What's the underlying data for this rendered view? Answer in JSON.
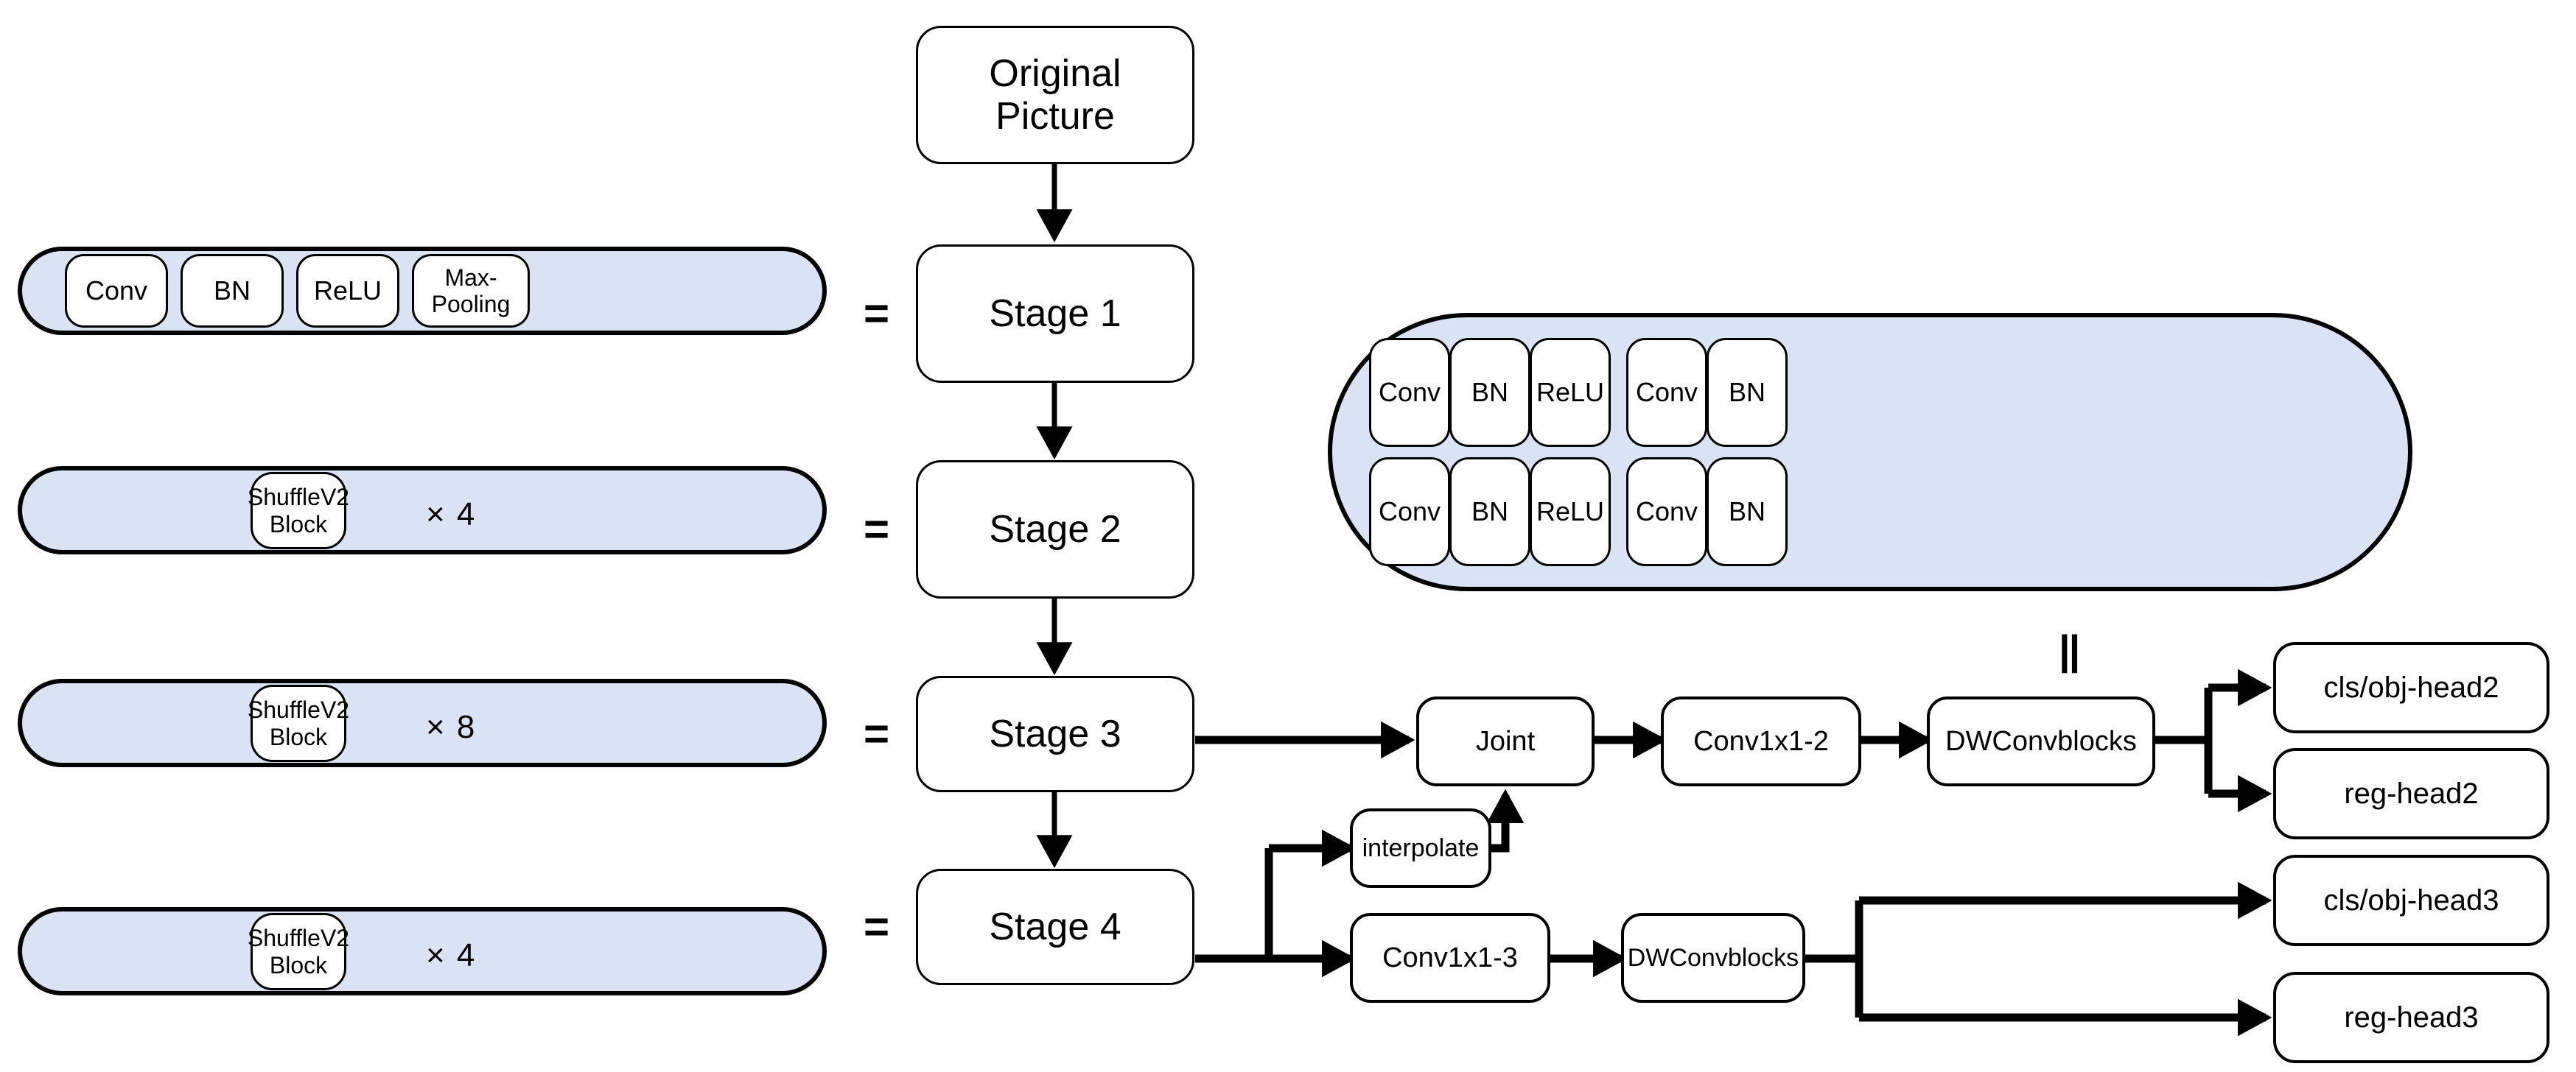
{
  "diagram": {
    "title": "ShuffleNetV2 backbone with detection heads",
    "colors": {
      "pill_fill": "#dae3f3",
      "stroke": "#000000",
      "node_fill": "#ffffff"
    }
  },
  "backbone": {
    "input_node": "Original\nPicture",
    "input_line1": "Original",
    "input_line2": "Picture",
    "stages": [
      {
        "label": "Stage 1"
      },
      {
        "label": "Stage 2"
      },
      {
        "label": "Stage 3"
      },
      {
        "label": "Stage 4"
      }
    ]
  },
  "equals_signs": [
    {
      "label": "="
    },
    {
      "label": "="
    },
    {
      "label": "="
    },
    {
      "label": "="
    }
  ],
  "definitions": {
    "stage1_pill": {
      "blocks": [
        {
          "label": "Conv"
        },
        {
          "label": "BN"
        },
        {
          "label": "ReLU"
        },
        {
          "label_line1": "Max-",
          "label_line2": "Pooling"
        }
      ]
    },
    "stage2_pill": {
      "block_line1": "ShuffleV2",
      "block_line2": "Block",
      "multiplier": "×  4"
    },
    "stage3_pill": {
      "block_line1": "ShuffleV2",
      "block_line2": "Block",
      "multiplier": "×  8"
    },
    "stage4_pill": {
      "block_line1": "ShuffleV2",
      "block_line2": "Block",
      "multiplier": "×  4"
    },
    "shufflev2_pill": {
      "row1": [
        {
          "label": "Conv"
        },
        {
          "label": "BN"
        },
        {
          "label": "ReLU"
        },
        {
          "label": "Conv"
        },
        {
          "label": "BN"
        }
      ],
      "row2": [
        {
          "label": "Conv"
        },
        {
          "label": "BN"
        },
        {
          "label": "ReLU"
        },
        {
          "label": "Conv"
        },
        {
          "label": "BN"
        }
      ]
    }
  },
  "neck": {
    "joint": "Joint",
    "interpolate": "interpolate",
    "conv1x1_2": "Conv1x1-2",
    "conv1x1_3": "Conv1x1-3",
    "dwconvblocks_top": "DWConvblocks",
    "dwconvblocks_bottom": "DWConvblocks",
    "parallel_symbol": "||"
  },
  "heads": [
    {
      "label": "cls/obj-head2"
    },
    {
      "label": "reg-head2"
    },
    {
      "label": "cls/obj-head3"
    },
    {
      "label": "reg-head3"
    }
  ]
}
